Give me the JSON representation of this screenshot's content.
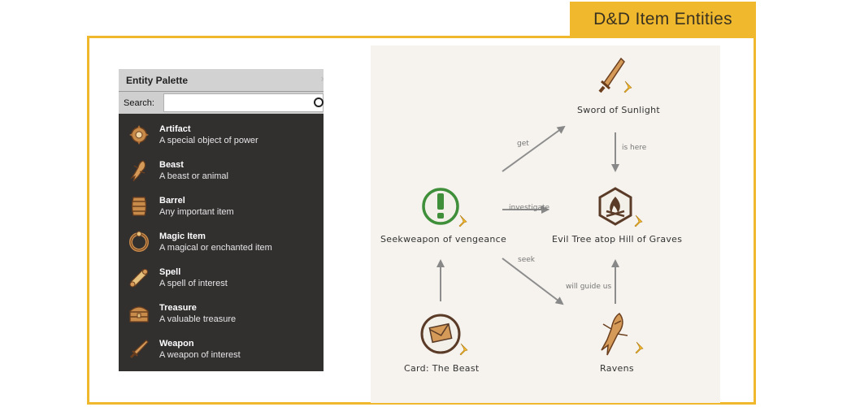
{
  "title": "D&D Item Entities",
  "palette": {
    "header": "Entity Palette",
    "close_glyph": "×",
    "search_label": "Search:",
    "search_value": "",
    "items": [
      {
        "name": "Artifact",
        "desc": "A special object of power",
        "icon": "artifact-icon"
      },
      {
        "name": "Beast",
        "desc": "A beast or animal",
        "icon": "beast-icon"
      },
      {
        "name": "Barrel",
        "desc": "Any important item",
        "icon": "barrel-icon"
      },
      {
        "name": "Magic Item",
        "desc": "A magical or enchanted item",
        "icon": "magic-item-icon"
      },
      {
        "name": "Spell",
        "desc": "A spell of interest",
        "icon": "spell-icon"
      },
      {
        "name": "Treasure",
        "desc": "A valuable treasure",
        "icon": "treasure-icon"
      },
      {
        "name": "Weapon",
        "desc": "A weapon of interest",
        "icon": "weapon-icon"
      }
    ]
  },
  "graph": {
    "nodes": {
      "sword": "Sword of Sunlight",
      "quest": "Seekweapon of vengeance",
      "tree": "Evil Tree atop Hill of Graves",
      "card": "Card: The Beast",
      "ravens": "Ravens"
    },
    "edges": {
      "get": "get",
      "is_here": "is here",
      "investigate": "investigate",
      "seek": "seek",
      "will_guide_us": "will guide us"
    }
  },
  "colors": {
    "accent": "#f0b82d",
    "palette_bg": "#322f2f",
    "quest_green": "#3f8f3a",
    "node_brown": "#5a3b27"
  }
}
